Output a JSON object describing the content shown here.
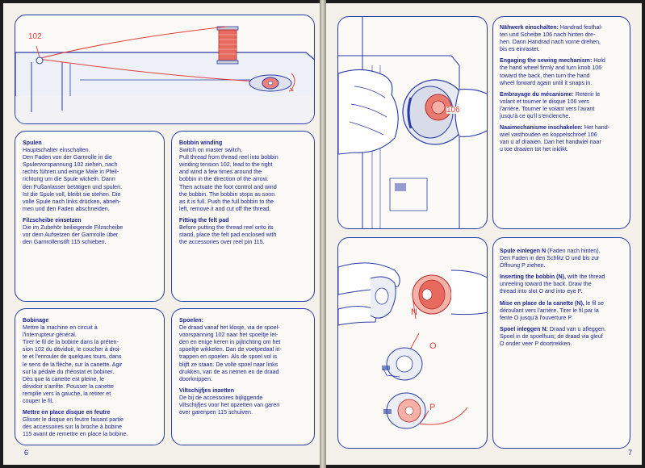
{
  "colors": {
    "ink": "#1a2390",
    "frame": "#2a3aa8",
    "accent_red": "#e0403a",
    "paper": "#f4f1ea"
  },
  "left_page": {
    "number": "6",
    "callout_102": "102",
    "spulen": {
      "title": "Spulen",
      "lines": [
        "Hauptschalter einschalten.",
        "Den Faden von der Garnrolle in die",
        "Spulervorspannung 102 ziehen, nach",
        "rechts führen und einige Male in Pfeil-",
        "richtung um die Spule wickeln. Dann",
        "den Fußanlasser betätigen und spulen.",
        "Ist die Spule voll, bleibt sie stehen. Die",
        "volle Spule nach links drücken, abneh-",
        "men und den Faden abschneiden."
      ],
      "title2": "Filzscheibe einsetzen",
      "lines2": [
        "Die im Zubehör beiliegende Filzscheibe",
        "vor dem Aufsetzen der Garnrolle über",
        "den Garnrollenstift 115 schieben."
      ]
    },
    "bobbin_winding": {
      "title": "Bobbin winding",
      "lines": [
        "Switch on master switch.",
        "Pull thread from thread reel into bobbin",
        "winding tension 102, lead to the right",
        "and wind a few times around the",
        "bobbin in the direction of the arrow.",
        "Then actuate the foot control and wind",
        "the bobbin. The bobbin stops as soon",
        "as it is full. Push the full bobbin to the",
        "left, remove it and cut off the thread."
      ],
      "title2": "Fitting the felt pad",
      "lines2": [
        "Before putting the thread reel onto its",
        "stand, place the felt pad enclosed with",
        "the accessories over reel pin 115."
      ]
    },
    "bobinage": {
      "title": "Bobinage",
      "lines": [
        "Mettre la machine en circuit à",
        "l'interrupteur général.",
        "Tirer le fil de la bobine dans la préten-",
        "sion 102 du dévidoir, le coucher à droi-",
        "te et l'enrouler de quelques tours, dans",
        "le sens de la flèche, sur la canette. Agir",
        "sur la pédale du rhéostat et bobiner.",
        "Dès que la canette est pleine, le",
        "dévidoir s'arrête. Pousser la canette",
        "remplie vers la gauche, la retirer et",
        "couper le fil."
      ],
      "title2": "Mettre en place disque en feutre",
      "lines2": [
        "Glisser le disque en feutre faisant partie",
        "des accessoires sur la broche à bobine",
        "115 avant de remettre en place la bobine."
      ]
    },
    "spoelen": {
      "title": "Spoelen:",
      "lines": [
        "De draad vanaf het klosje, via de spoel-",
        "voorspanning 102 naar het spoeltje lei-",
        "den en enige keren in pijlrichting om het",
        "spoeltje wikkelen. Dan de voetpedaal in-",
        "trappen en spoelen. Als de spoel vol is",
        "blijft ze staan. De volle spoel naar links",
        "drukken, van de as nemen en de draad",
        "doorknippen."
      ],
      "title2": "Viltschijfjes inzetten",
      "lines2": [
        "De bij de accessoires bijliggende",
        "viltschijfjes voor het opzetten van garen",
        "over garenpen 115 schuiven."
      ]
    }
  },
  "right_page": {
    "number": "7",
    "callout_106": "106",
    "label_n": "N",
    "label_o": "O",
    "label_p": "P",
    "engage": [
      {
        "title": "Nähwerk einschalten:",
        "text": [
          " Handrad festhal-",
          "ten und Scheibe 106 nach hinten dre-",
          "hen. Dann Handrad nach vorne drehen,",
          "bis es einrastet."
        ]
      },
      {
        "title": "Engaging the sewing mechanism:",
        "text": [
          " Hold",
          "the hand wheel firmly and turn knob 106",
          "toward the back, then turn the hand",
          "wheel forward again until it snaps in."
        ]
      },
      {
        "title": "Embrayage du mécanisme:",
        "text": [
          " Retenir le",
          "volant et tourner le disque 106 vers",
          "l'arrière. Tourner le volant vers l'avant",
          "jusqu'à ce qu'il s'enclenche."
        ]
      },
      {
        "title": "Naaimechanisme inschakelen:",
        "text": [
          " Het hand-",
          "wiel vasthouden en koppelschroef 106",
          "van u af draaien. Dan het handwiel naar",
          "u toe draaien tot het inklikt."
        ]
      }
    ],
    "bobbin": [
      {
        "title": "Spule einlegen N",
        "text": [
          " (Faden nach hinten).",
          "Den Faden in den Schlitz O und bis zur",
          "Öffnung P ziehen."
        ]
      },
      {
        "title": "Inserting the bobbin (N),",
        "text": [
          " with the thread",
          "unreeling toward the back. Draw the",
          "thread into slot O and into eye P."
        ]
      },
      {
        "title": "Mise en place de la canette (N),",
        "text": [
          " le fil se",
          "déroulant vers l'arrière. Tirer le fil par la",
          "fente O jusqu'à l'ouverture P."
        ]
      },
      {
        "title": "Spoel inleggen N:",
        "text": [
          " Draad van u afleggen.",
          "Spoel in de spoelhuis; de draad via gleuf",
          "O onder veer P doortrekken."
        ]
      }
    ]
  }
}
